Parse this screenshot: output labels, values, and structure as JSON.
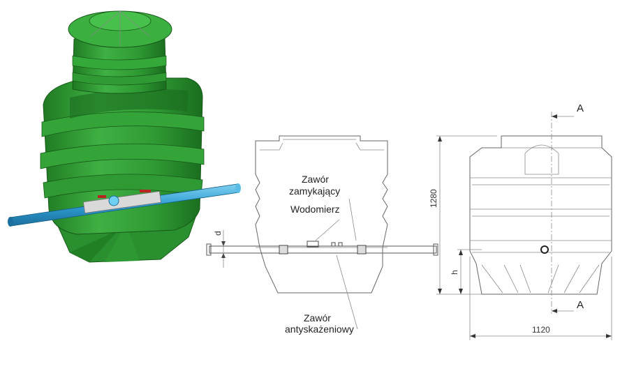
{
  "labels": {
    "zawor_zamykajacy_line1": "Zawór",
    "zawor_zamykajacy_line2": "zamykający",
    "wodomierz": "Wodomierz",
    "zawor_antyskazeniowy_line1": "Zawór",
    "zawor_antyskazeniowy_line2": "antyskażeniowy"
  },
  "dimensions": {
    "height": "1280",
    "width": "1120",
    "pipe_height": "h",
    "pipe_diameter": "d"
  },
  "section": {
    "marker_top": "A",
    "marker_bottom": "A"
  },
  "colors": {
    "tank_green": "#3aa33a",
    "tank_dark": "#1f7a22",
    "pipe_blue": "#3aa7d8",
    "line_gray": "#666666"
  }
}
